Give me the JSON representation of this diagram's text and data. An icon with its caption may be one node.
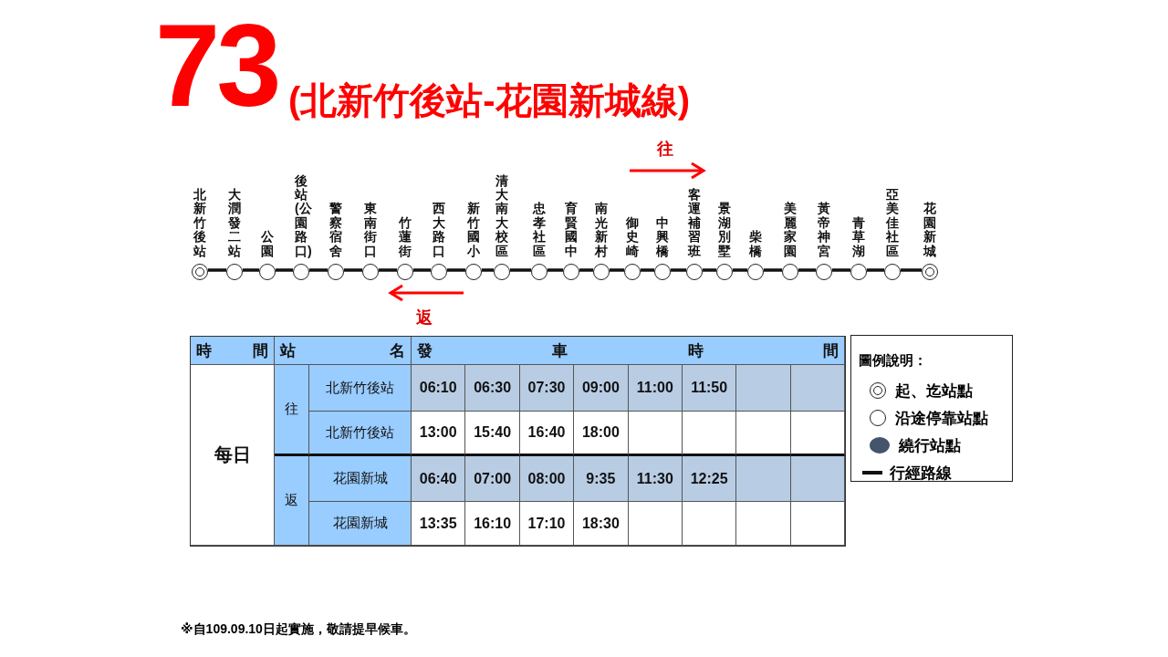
{
  "diagram": {
    "title": "73",
    "nodes": [
      {
        "text": [
          "北新竹後站"
        ]
      },
      {
        "text": [
          "大潤發二站"
        ]
      },
      {
        "text": [
          "公園"
        ]
      },
      {
        "text": [
          "後站(公園路口)"
        ]
      },
      {
        "text": [
          "警察宿舍"
        ]
      },
      {
        "text": [
          "東南街口"
        ]
      },
      {
        "text": [
          "竹蓮街"
        ]
      },
      {
        "text": [
          "西大路口"
        ]
      },
      {
        "text": [
          "新竹國小"
        ]
      },
      {
        "text": [
          "清大南大校區"
        ]
      },
      {
        "text": [
          "忠孝社區"
        ]
      },
      {
        "text": [
          "育賢國中"
        ]
      },
      {
        "text": [
          "南光新村"
        ]
      },
      {
        "text": [
          "御史崎"
        ]
      },
      {
        "text": [
          "中興橋"
        ]
      },
      {
        "text": [
          "客運補習班"
        ]
      },
      {
        "text": [
          "景湖別墅"
        ]
      },
      {
        "text": [
          "柴橋"
        ]
      },
      {
        "text": [
          "美麗家園"
        ]
      },
      {
        "text": [
          "黃帝神宮"
        ]
      },
      {
        "text": [
          "青草湖"
        ]
      },
      {
        "text": [
          "亞美佳社區"
        ]
      },
      {
        "text": [
          "花園新城"
        ]
      }
    ],
    "edges": [
      {
        "from": 0,
        "to": 1,
        "arrow": "none"
      },
      {
        "from": 1,
        "to": 2,
        "arrow": "none"
      },
      {
        "from": 2,
        "to": 3,
        "arrow": "none"
      },
      {
        "from": 3,
        "to": 4,
        "arrow": "none"
      },
      {
        "from": 4,
        "to": 5,
        "arrow": "none"
      },
      {
        "from": 5,
        "to": 6,
        "arrow": "none"
      },
      {
        "from": 6,
        "to": 7,
        "arrow": "none"
      },
      {
        "from": 7,
        "to": 8,
        "arrow": "none"
      },
      {
        "from": 8,
        "to": 9,
        "arrow": "none"
      },
      {
        "from": 9,
        "to": 10,
        "arrow": "none"
      },
      {
        "from": 10,
        "to": 11,
        "arrow": "none"
      },
      {
        "from": 11,
        "to": 12,
        "arrow": "none"
      },
      {
        "from": 12,
        "to": 13,
        "arrow": "none"
      },
      {
        "from": 13,
        "to": 14,
        "arrow": "none"
      },
      {
        "from": 14,
        "to": 15,
        "arrow": "none"
      },
      {
        "from": 15,
        "to": 16,
        "arrow": "none"
      },
      {
        "from": 16,
        "to": 17,
        "arrow": "none"
      },
      {
        "from": 17,
        "to": 18,
        "arrow": "none"
      },
      {
        "from": 18,
        "to": 19,
        "arrow": "none"
      },
      {
        "from": 19,
        "to": 20,
        "arrow": "none"
      },
      {
        "from": 20,
        "to": 21,
        "arrow": "none"
      },
      {
        "from": 21,
        "to": 22,
        "arrow": "none"
      }
    ],
    "labels": [
      "(北新竹後站-花園新城線)",
      "往",
      "返",
      "時間",
      "站名",
      "發車時間",
      "每日",
      "往",
      "北新竹後站",
      "06:10",
      "06:30",
      "07:30",
      "09:00",
      "11:00",
      "11:50",
      "北新竹後站",
      "13:00",
      "15:40",
      "16:40",
      "18:00",
      "返",
      "花園新城",
      "06:40",
      "07:00",
      "08:00",
      "9:35",
      "11:30",
      "12:25",
      "花園新城",
      "13:35",
      "16:10",
      "17:10",
      "18:30",
      "圖例說明：",
      "※自109.09.10日起實施，敬請提早候車。"
    ],
    "legend": [
      {
        "text": "起、迄站點"
      },
      {
        "text": "沿途停靠站點"
      },
      {
        "text": "繞行站點",
        "color": "#44546a"
      },
      {
        "text": "行經路線"
      }
    ]
  }
}
